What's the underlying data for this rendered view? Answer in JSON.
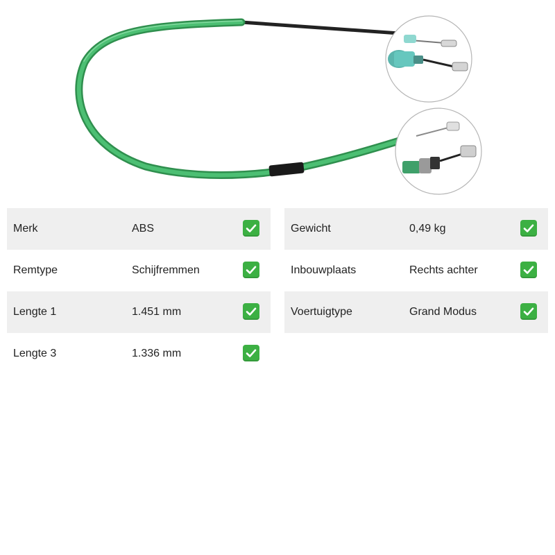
{
  "image": {
    "subject": "brake-cable",
    "cable_color": "#3fa85f",
    "inner_cable_color": "#222222",
    "sleeve_color": "#1a1a1a",
    "end_fitting_color": "#58c4b8"
  },
  "specs": {
    "left": [
      {
        "label": "Merk",
        "value": "ABS",
        "icon": "checkmark-icon",
        "shaded": true
      },
      {
        "label": "Remtype",
        "value": "Schijfremmen",
        "icon": "checkmark-icon",
        "shaded": false
      },
      {
        "label": "Lengte 1",
        "value": "1.451 mm",
        "icon": "checkmark-icon",
        "shaded": true
      },
      {
        "label": "Lengte 3",
        "value": "1.336 mm",
        "icon": "checkmark-icon",
        "shaded": false
      }
    ],
    "right": [
      {
        "label": "Gewicht",
        "value": "0,49 kg",
        "icon": "checkmark-icon",
        "shaded": true
      },
      {
        "label": "Inbouwplaats",
        "value": "Rechts achter",
        "icon": "checkmark-icon",
        "shaded": false
      },
      {
        "label": "Voertuigtype",
        "value": "Grand Modus",
        "icon": "checkmark-icon",
        "shaded": true
      }
    ]
  },
  "colors": {
    "row_shade": "#efefef",
    "check_bg": "#3cb043",
    "check_mark": "#ffffff"
  }
}
